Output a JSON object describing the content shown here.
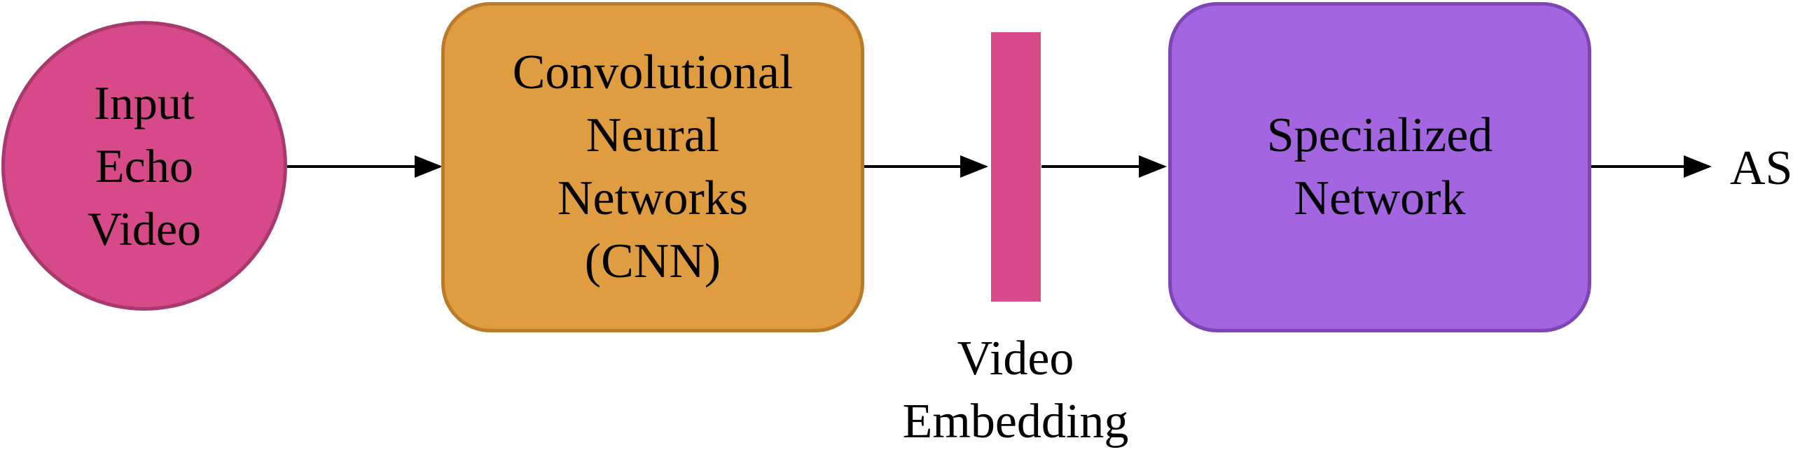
{
  "nodes": {
    "input": {
      "lines": [
        "Input",
        "Echo",
        "Video"
      ],
      "fill": "#d64a87",
      "stroke": "#a8386e"
    },
    "cnn": {
      "lines": [
        "Convolutional",
        "Neural",
        "Networks",
        "(CNN)"
      ],
      "fill": "#e09c40",
      "stroke": "#b97a2a"
    },
    "embedding": {
      "lines": [
        "Video",
        "Embedding"
      ],
      "fill": "#d64a87"
    },
    "specialized": {
      "lines": [
        "Specialized",
        "Network"
      ],
      "fill": "#a366e0",
      "stroke": "#7d45b5"
    },
    "output": {
      "label": "AS"
    }
  },
  "edges": [
    {
      "from": "input",
      "to": "cnn"
    },
    {
      "from": "cnn",
      "to": "embedding"
    },
    {
      "from": "embedding",
      "to": "specialized"
    },
    {
      "from": "specialized",
      "to": "output"
    }
  ]
}
